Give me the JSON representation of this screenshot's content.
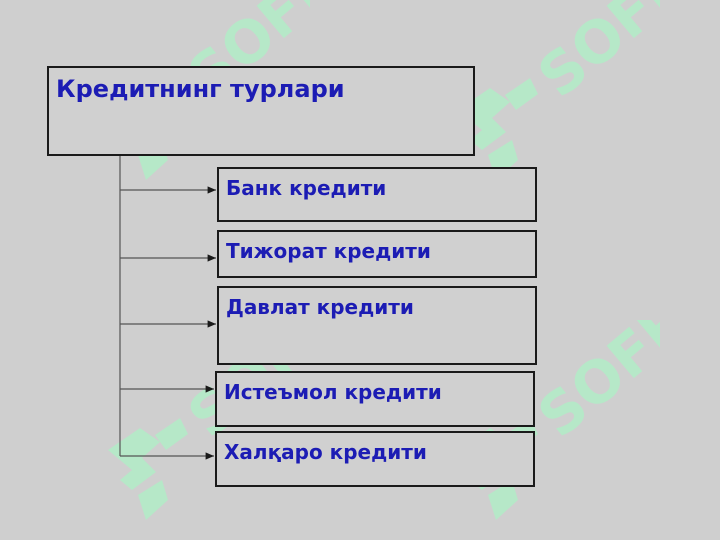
{
  "title": "Кредитнинг турлари",
  "items": [
    "Банк кредити",
    "Тижорат кредити",
    "Давлат кредити",
    "Истеъмол кредити",
    "Халқаро кредити"
  ],
  "watermark": {
    "text": "SOFF",
    "color": "#b6e8c8"
  },
  "colors": {
    "background": "#cfcfcf",
    "text": "#1c1cb4",
    "border": "#1a1a1a"
  }
}
